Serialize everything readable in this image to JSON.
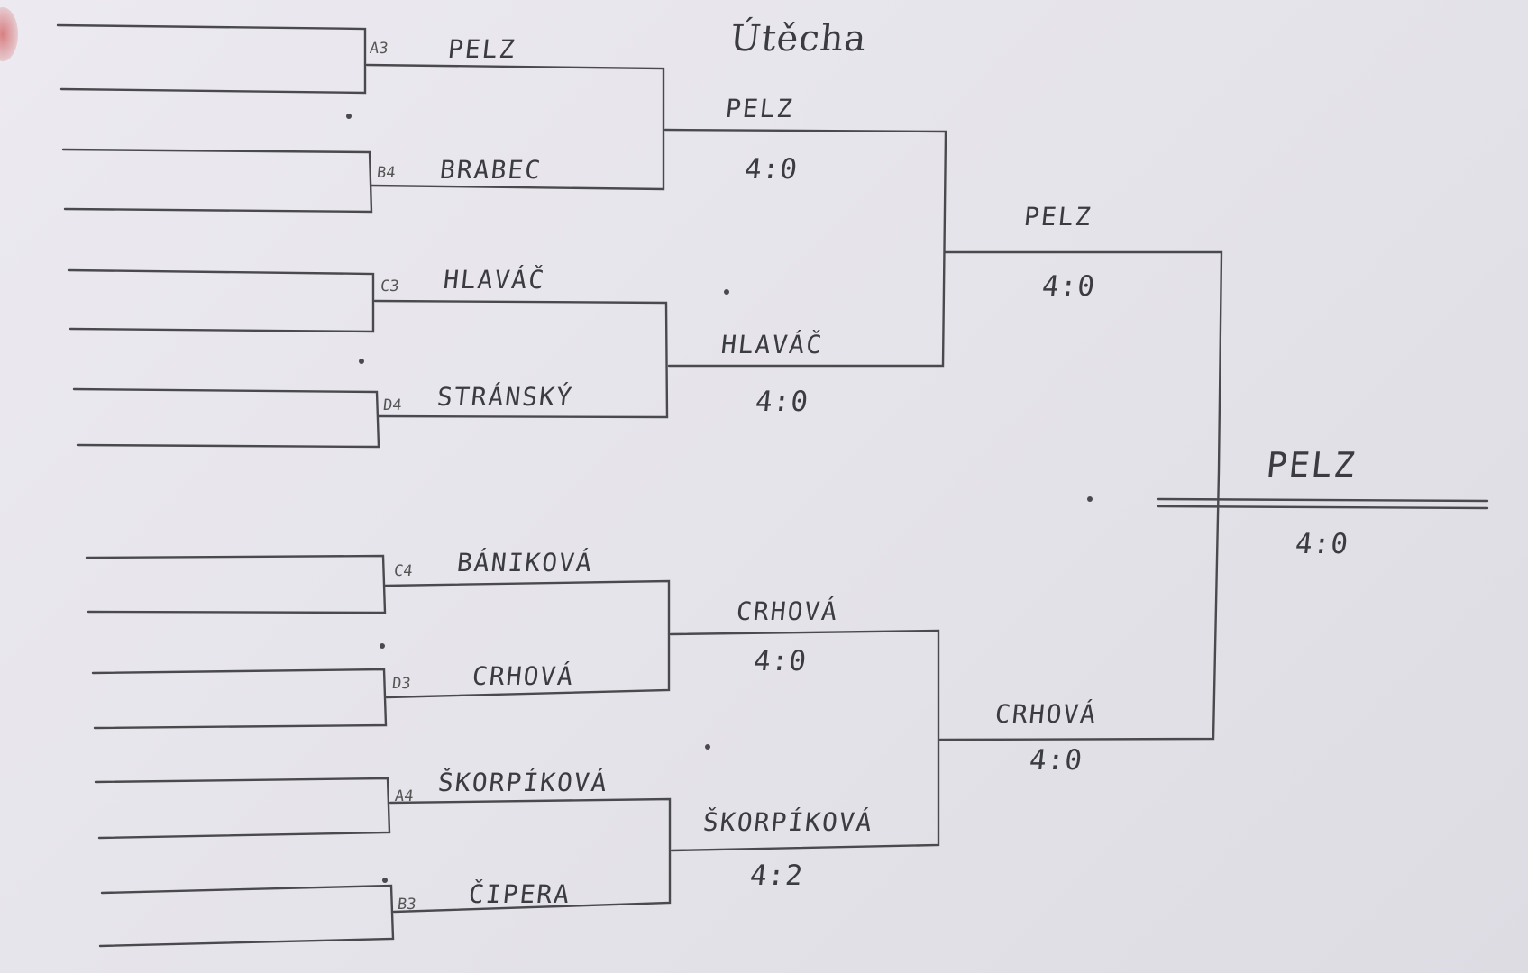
{
  "title": "Útěcha",
  "round1": [
    {
      "seed": "A3",
      "name": "PELZ"
    },
    {
      "seed": "B4",
      "name": "BRABEC"
    },
    {
      "seed": "C3",
      "name": "HLAVÁČ"
    },
    {
      "seed": "D4",
      "name": "STRÁNSKÝ"
    },
    {
      "seed": "C4",
      "name": "BÁNIKOVÁ"
    },
    {
      "seed": "D3",
      "name": "CRHOVÁ"
    },
    {
      "seed": "A4",
      "name": "ŠKORPÍKOVÁ"
    },
    {
      "seed": "B3",
      "name": "ČIPERA"
    }
  ],
  "round2": [
    {
      "name": "PELZ",
      "score": "4:0"
    },
    {
      "name": "HLAVÁČ",
      "score": "4:0"
    },
    {
      "name": "CRHOVÁ",
      "score": "4:0"
    },
    {
      "name": "ŠKORPÍKOVÁ",
      "score": "4:2"
    }
  ],
  "semis": [
    {
      "name": "PELZ",
      "score": "4:0"
    },
    {
      "name": "CRHOVÁ",
      "score": "4:0"
    }
  ],
  "final": {
    "name": "PELZ",
    "score": "4:0"
  }
}
